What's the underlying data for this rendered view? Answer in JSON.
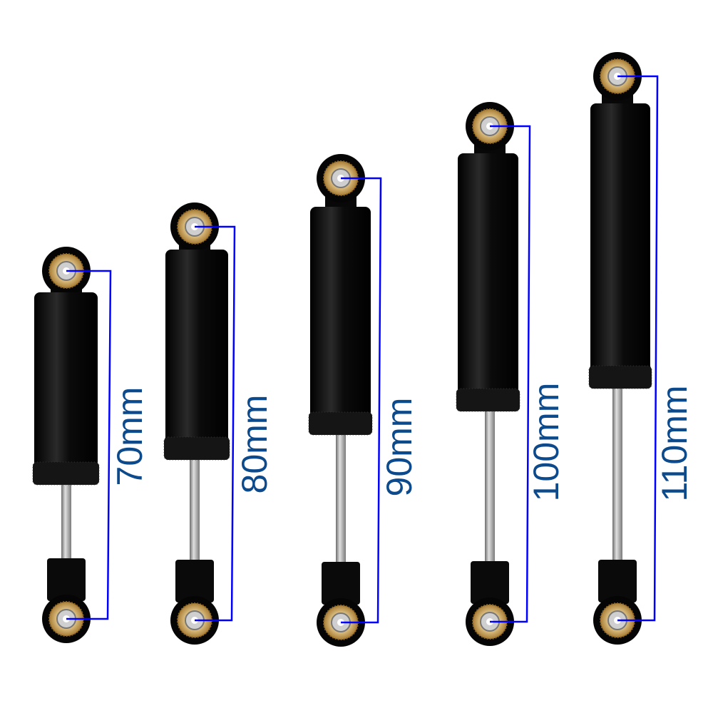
{
  "colors": {
    "dimension_line": "#0000ff",
    "label_text": "#0d4a8c",
    "body": "#0a0a0a",
    "brass": "#c9a25a",
    "rod": "#a8a8a8"
  },
  "shocks": [
    {
      "label": "70mm"
    },
    {
      "label": "80mm"
    },
    {
      "label": "90mm"
    },
    {
      "label": "100mm"
    },
    {
      "label": "110mm"
    }
  ]
}
